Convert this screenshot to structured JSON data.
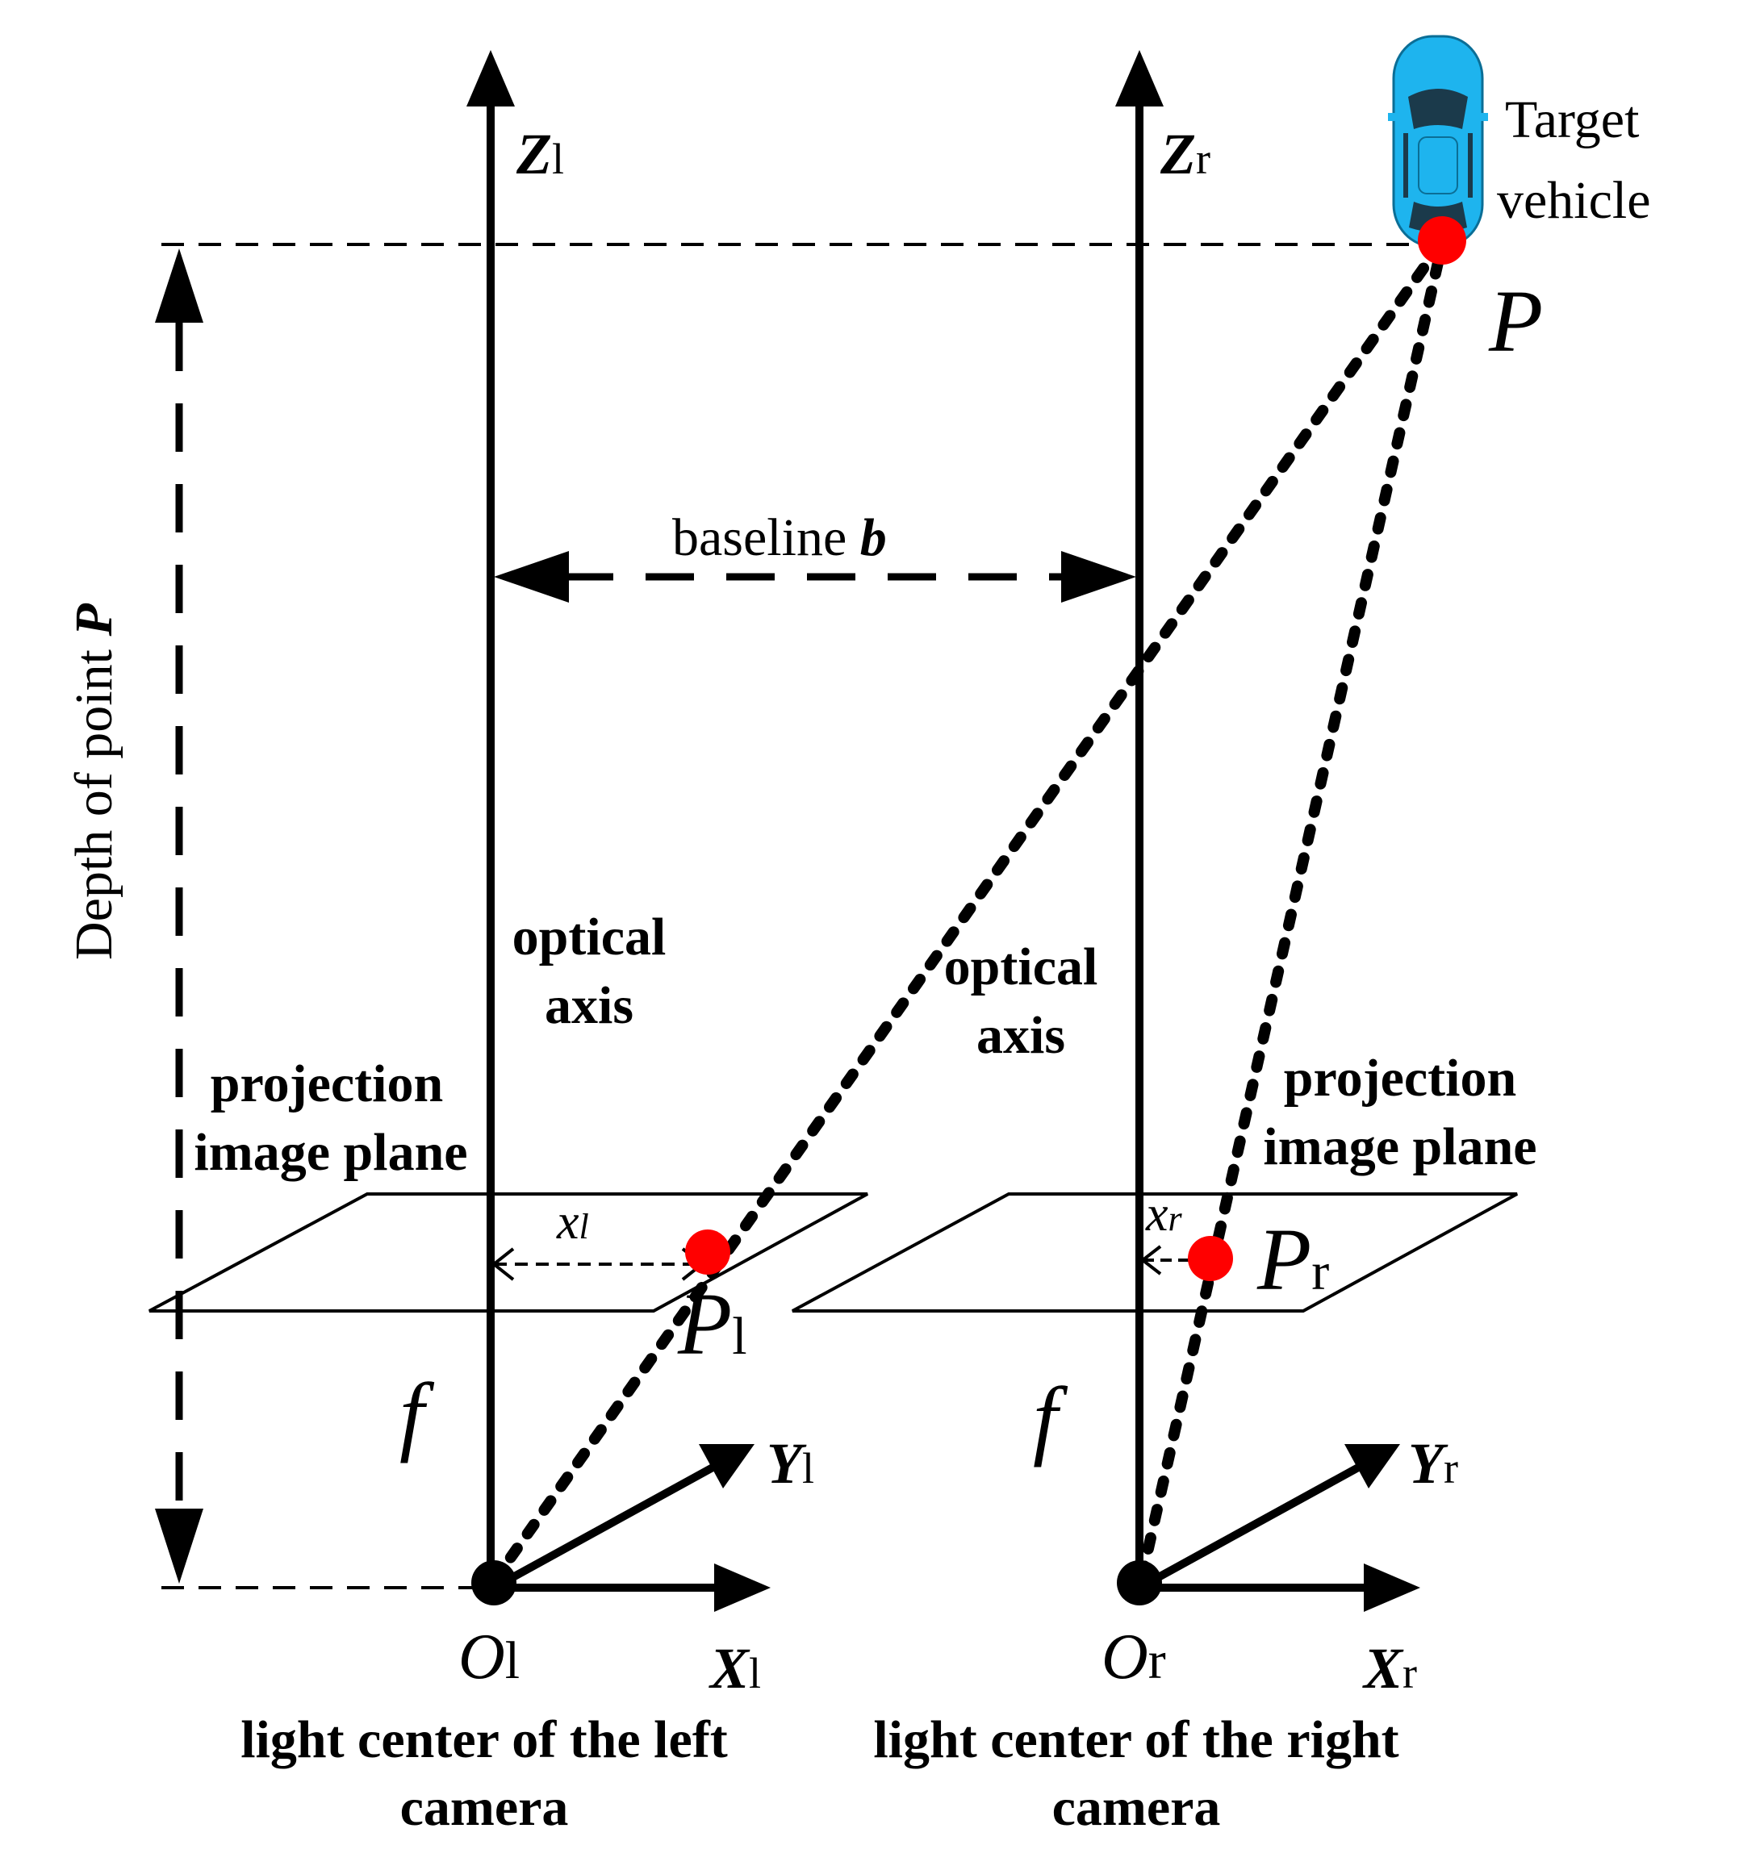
{
  "labels": {
    "z_left": "Z",
    "z_left_sub": "l",
    "z_right": "Z",
    "z_right_sub": "r",
    "target_line1": "Target",
    "target_line2": "vehicle",
    "point_p": "P",
    "depth_text": "Depth of point ",
    "depth_p": "P",
    "baseline_text": "baseline ",
    "baseline_b": "b",
    "optical_axis_left_1": "optical",
    "optical_axis_left_2": "axis",
    "optical_axis_right_1": "optical",
    "optical_axis_right_2": "axis",
    "proj_left_1": "projection",
    "proj_left_2": "image plane",
    "proj_right_1": "projection",
    "proj_right_2": "image plane",
    "x_left_small": "x",
    "x_left_small_sub": "l",
    "x_right_small": "x",
    "x_right_small_sub": "r",
    "p_left": "P",
    "p_left_sub": "l",
    "p_right": "P",
    "p_right_sub": "r",
    "f_left": "f",
    "f_right": "f",
    "y_left": "Y",
    "y_left_sub": "l",
    "y_right": "Y",
    "y_right_sub": "r",
    "o_left": "O",
    "o_left_sub": "l",
    "o_right": "O",
    "o_right_sub": "r",
    "x_left_axis": "X",
    "x_left_axis_sub": "l",
    "x_right_axis": "X",
    "x_right_axis_sub": "r",
    "left_cam_1": "light center of the left",
    "left_cam_2": "camera",
    "right_cam_1": "light center of the right",
    "right_cam_2": "camera"
  },
  "colors": {
    "point": "#ff0000",
    "car_body": "#1eb4ee",
    "car_dark": "#1b3a4b",
    "line": "#000000"
  },
  "icons": {
    "target": "car-top-view-icon"
  }
}
